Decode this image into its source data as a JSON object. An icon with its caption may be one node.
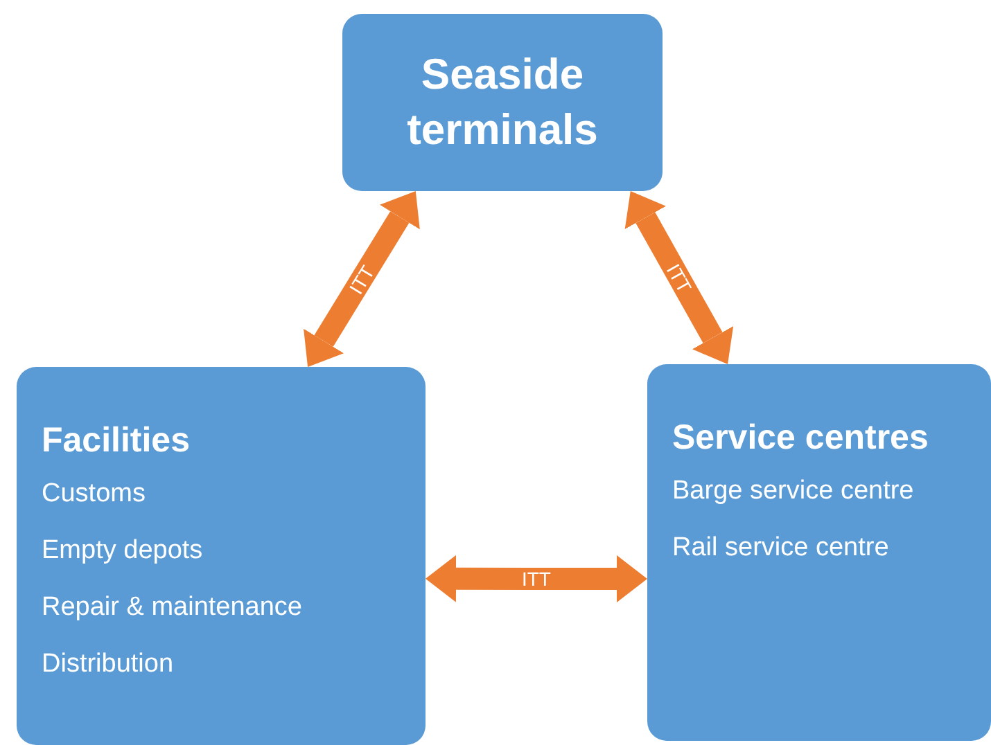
{
  "diagram": {
    "nodes": [
      {
        "text": [
          "Seaside terminals"
        ]
      },
      {
        "text": [
          "Facilities",
          "Customs",
          "Empty depots",
          "Repair & maintenance",
          "Distribution"
        ]
      },
      {
        "text": [
          "Service centres",
          "Barge service centre",
          "Rail service centre"
        ]
      }
    ],
    "edges": [
      {
        "from": 1,
        "to": 0,
        "arrow": "both",
        "label": "ITT"
      },
      {
        "from": 0,
        "to": 2,
        "arrow": "both",
        "label": "ITT"
      },
      {
        "from": 1,
        "to": 2,
        "arrow": "both",
        "label": "ITT"
      }
    ]
  }
}
